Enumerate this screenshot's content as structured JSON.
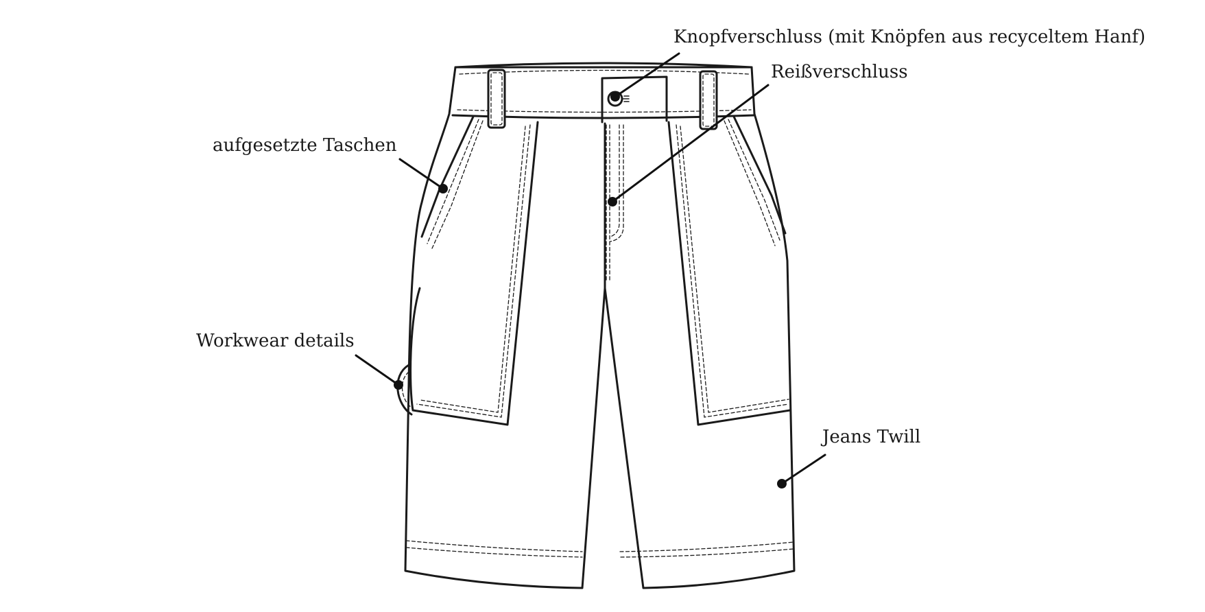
{
  "callouts": {
    "button_closure": "Knopfverschluss (mit Knöpfen aus recyceltem Hanf)",
    "zipper": "Reißverschluss",
    "patch_pockets": "aufgesetzte Taschen",
    "workwear_details": "Workwear details",
    "fabric": "Jeans Twill"
  }
}
